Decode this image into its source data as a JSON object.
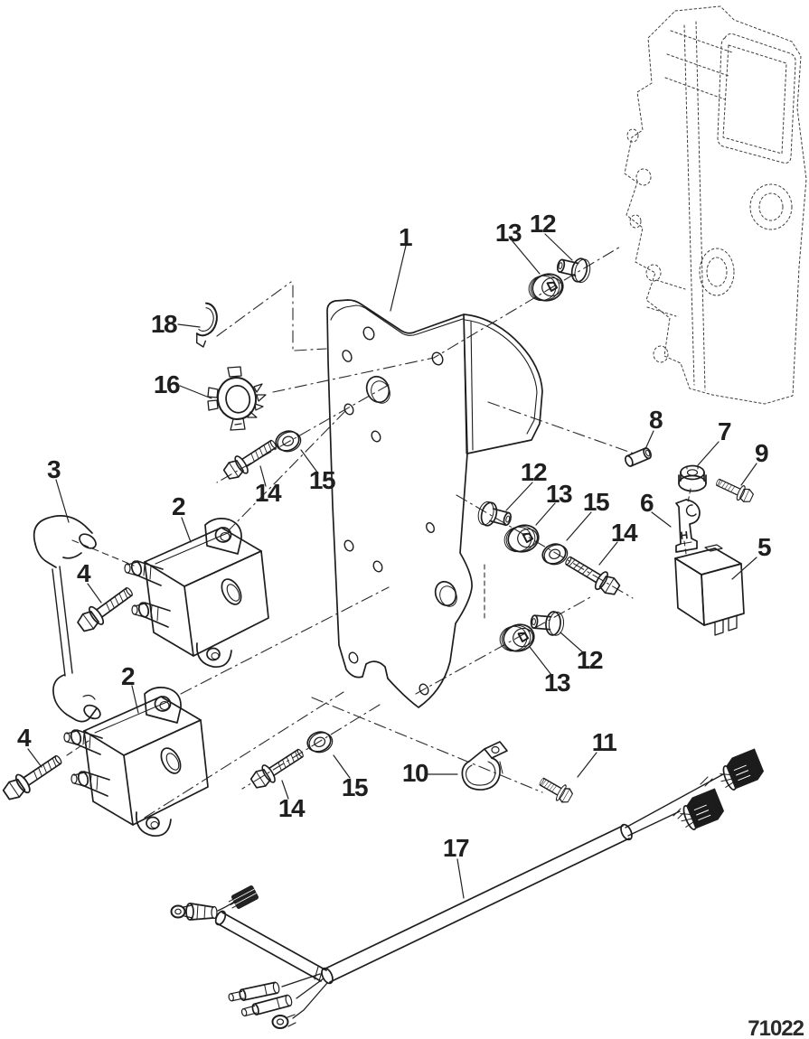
{
  "figure": {
    "drawing_number": "71022",
    "bracket_marking": "H"
  },
  "callouts": [
    {
      "label": "1"
    },
    {
      "label": "13"
    },
    {
      "label": "12"
    },
    {
      "label": "18"
    },
    {
      "label": "16"
    },
    {
      "label": "3"
    },
    {
      "label": "2"
    },
    {
      "label": "14"
    },
    {
      "label": "15"
    },
    {
      "label": "4"
    },
    {
      "label": "8"
    },
    {
      "label": "7"
    },
    {
      "label": "9"
    },
    {
      "label": "12"
    },
    {
      "label": "13"
    },
    {
      "label": "15"
    },
    {
      "label": "6"
    },
    {
      "label": "14"
    },
    {
      "label": "5"
    },
    {
      "label": "12"
    },
    {
      "label": "13"
    },
    {
      "label": "2"
    },
    {
      "label": "4"
    },
    {
      "label": "14"
    },
    {
      "label": "15"
    },
    {
      "label": "10"
    },
    {
      "label": "11"
    },
    {
      "label": "17"
    }
  ]
}
